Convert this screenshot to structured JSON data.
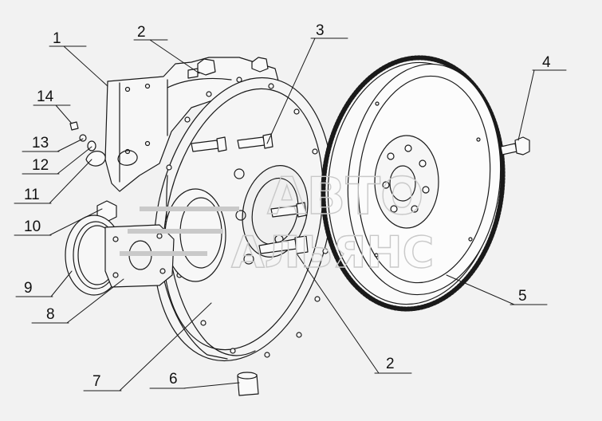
{
  "diagram": {
    "callouts": [
      {
        "id": "c1",
        "text": "1"
      },
      {
        "id": "c2a",
        "text": "2"
      },
      {
        "id": "c3",
        "text": "3"
      },
      {
        "id": "c4",
        "text": "4"
      },
      {
        "id": "c5",
        "text": "5"
      },
      {
        "id": "c6",
        "text": "6"
      },
      {
        "id": "c7",
        "text": "7"
      },
      {
        "id": "c8",
        "text": "8"
      },
      {
        "id": "c9",
        "text": "9"
      },
      {
        "id": "c10",
        "text": "10"
      },
      {
        "id": "c11",
        "text": "11"
      },
      {
        "id": "c12",
        "text": "12"
      },
      {
        "id": "c13",
        "text": "13"
      },
      {
        "id": "c14",
        "text": "14"
      },
      {
        "id": "c2b",
        "text": "2"
      }
    ],
    "watermark": {
      "line1": "АВТО",
      "line2": "АЛЬЯНС"
    },
    "colors": {
      "line": "#1a1a1a",
      "background": "#f2f2f2",
      "watermark": "#c9c9c9"
    }
  }
}
